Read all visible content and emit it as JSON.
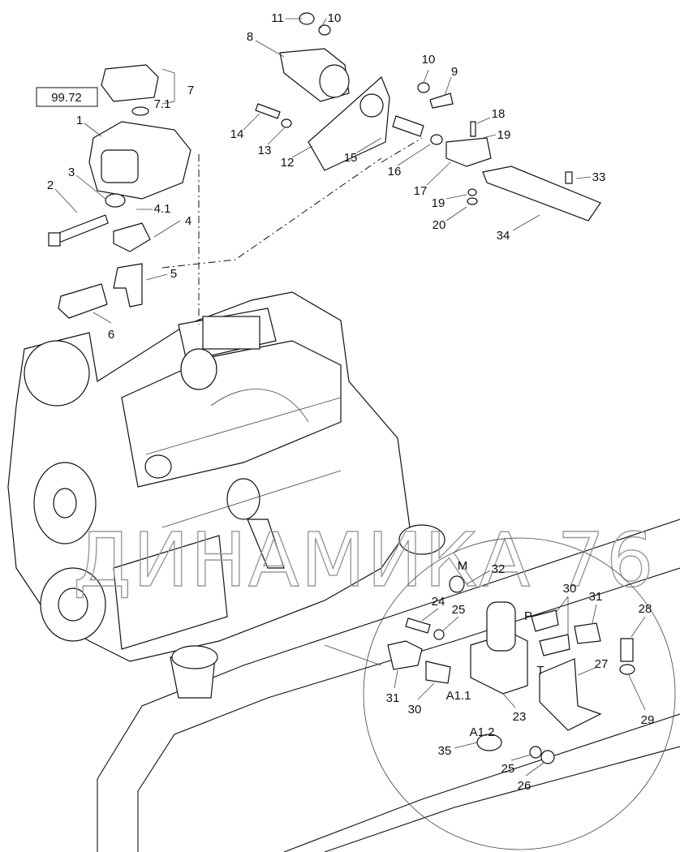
{
  "reference_box": "99.72",
  "watermark": "ДИНАМИКА 76",
  "callouts": [
    "1",
    "2",
    "3",
    "4.1",
    "4",
    "5",
    "6",
    "7",
    "7.1",
    "8",
    "11",
    "10",
    "10",
    "9",
    "14",
    "13",
    "12",
    "15",
    "16",
    "17",
    "18",
    "19",
    "19",
    "20",
    "33",
    "34",
    "M",
    "32",
    "24",
    "25",
    "30",
    "31",
    "28",
    "P",
    "T",
    "27",
    "31",
    "30",
    "A1.1",
    "23",
    "29",
    "A1.2",
    "35",
    "25",
    "26"
  ]
}
